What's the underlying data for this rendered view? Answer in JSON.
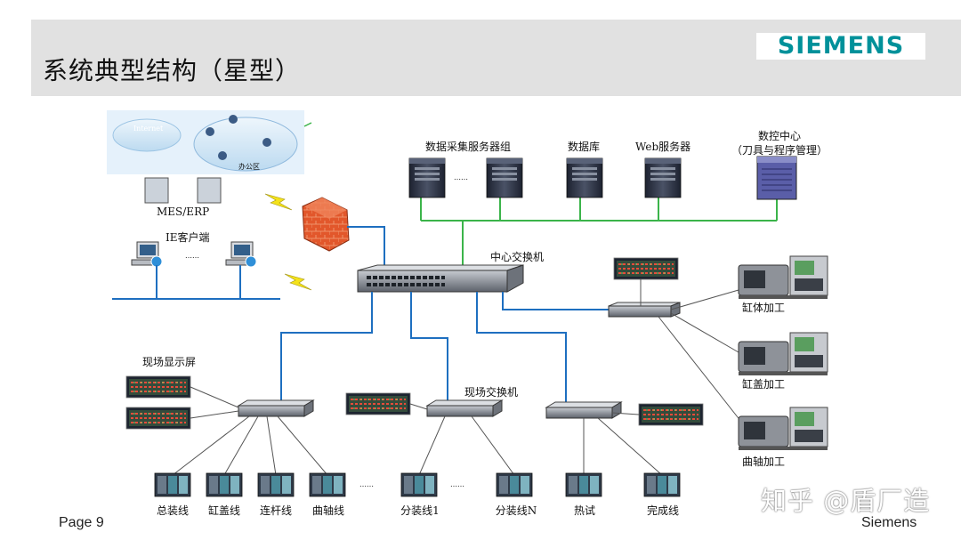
{
  "header": {
    "title": "系统典型结构（星型）",
    "logo": "SIEMENS"
  },
  "labels": {
    "cloud_inner": "Internet",
    "office": "办公区",
    "mes_erp": "MES/ERP",
    "ie_client": "IE客户端",
    "dots": "……",
    "server_group": "数据采集服务器组",
    "database": "数据库",
    "web_server": "Web服务器",
    "nc_center_line1": "数控中心",
    "nc_center_line2": "（刀具与程序管理）",
    "central_switch": "中心交换机",
    "cylinder_block": "缸体加工",
    "cylinder_head": "缸盖加工",
    "crankshaft": "曲轴加工",
    "field_display": "现场显示屏",
    "field_switch": "现场交换机",
    "line_total": "总装线",
    "line_head": "缸盖线",
    "line_rod": "连杆线",
    "line_crank": "曲轴线",
    "line_sub1": "分装线1",
    "line_subN": "分装线N",
    "line_heat": "热试",
    "line_finish": "完成线"
  },
  "footer": {
    "page": "Page 9",
    "brand": "Siemens"
  },
  "watermark": "知乎 @盾厂造",
  "colors": {
    "green_link": "#3bb44a",
    "blue_link": "#1e6fc0",
    "header_bg": "#e1e1e1",
    "logo": "#00919a"
  }
}
